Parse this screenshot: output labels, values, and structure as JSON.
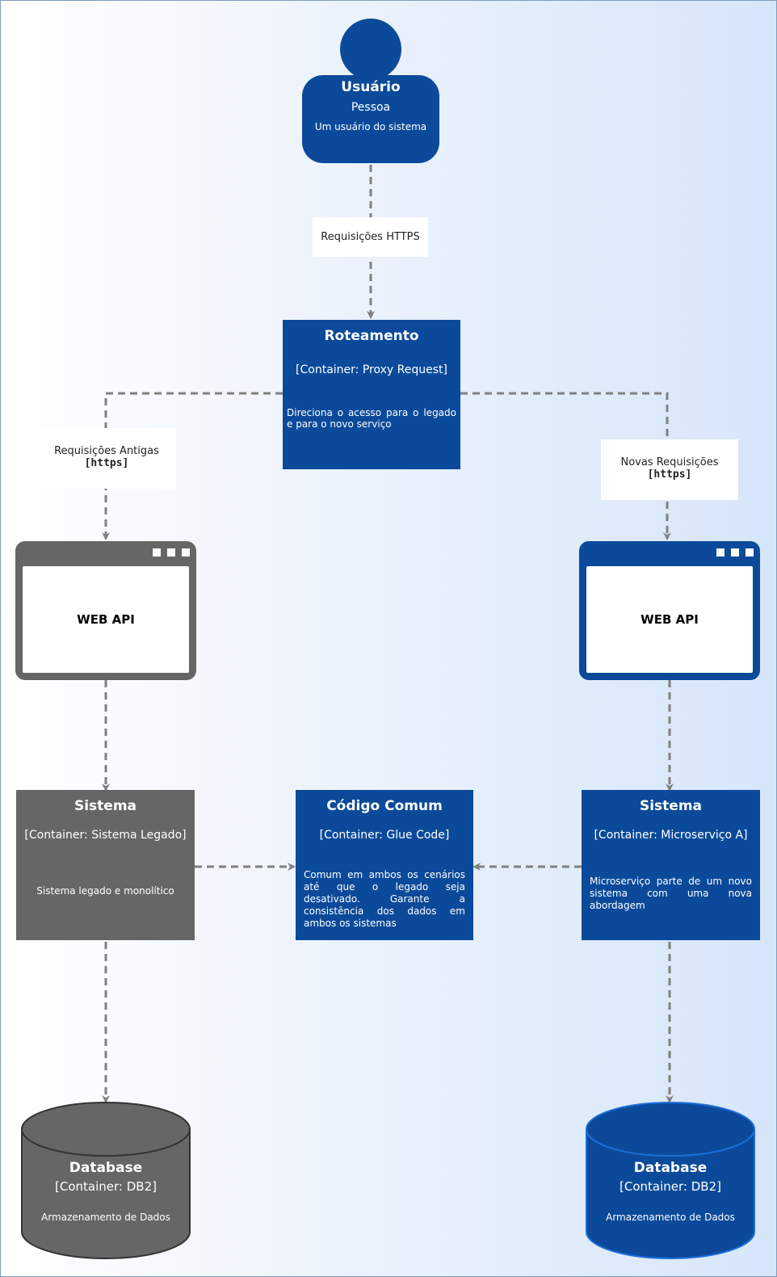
{
  "user": {
    "title": "Usuário",
    "type": "Pessoa",
    "description": "Um usuário do sistema"
  },
  "edge_labels": {
    "https_requests": "Requisições HTTPS",
    "old_requests": "Requisições Antigas",
    "old_protocol": "[https]",
    "new_requests": "Novas Requisições",
    "new_protocol": "[https]"
  },
  "routing": {
    "title": "Roteamento",
    "tech": "[Container: Proxy Request]",
    "description": "Direciona o acesso para o legado e para o novo serviço"
  },
  "web_api_legacy": {
    "label": "WEB API"
  },
  "web_api_new": {
    "label": "WEB API"
  },
  "legacy_system": {
    "title": "Sistema",
    "tech": "[Container: Sistema Legado]",
    "description": "Sistema legado e monolítico"
  },
  "common_code": {
    "title": "Código Comum",
    "tech": "[Container: Glue Code]",
    "description": "Comum em ambos os cenários até que o legado seja desativado. Garante a consistência dos dados em ambos os sistemas"
  },
  "micro_system": {
    "title": "Sistema",
    "tech": "[Container: Microserviço A]",
    "description": "Microserviço parte de um novo sistema com uma nova abordagem"
  },
  "db_legacy": {
    "title": "Database",
    "tech": "[Container: DB2]",
    "description": "Armazenamento de Dados"
  },
  "db_new": {
    "title": "Database",
    "tech": "[Container: DB2]",
    "description": "Armazenamento de Dados"
  },
  "colors": {
    "blue": "#0b4a9a",
    "gray": "#666666",
    "edge": "#808080"
  }
}
